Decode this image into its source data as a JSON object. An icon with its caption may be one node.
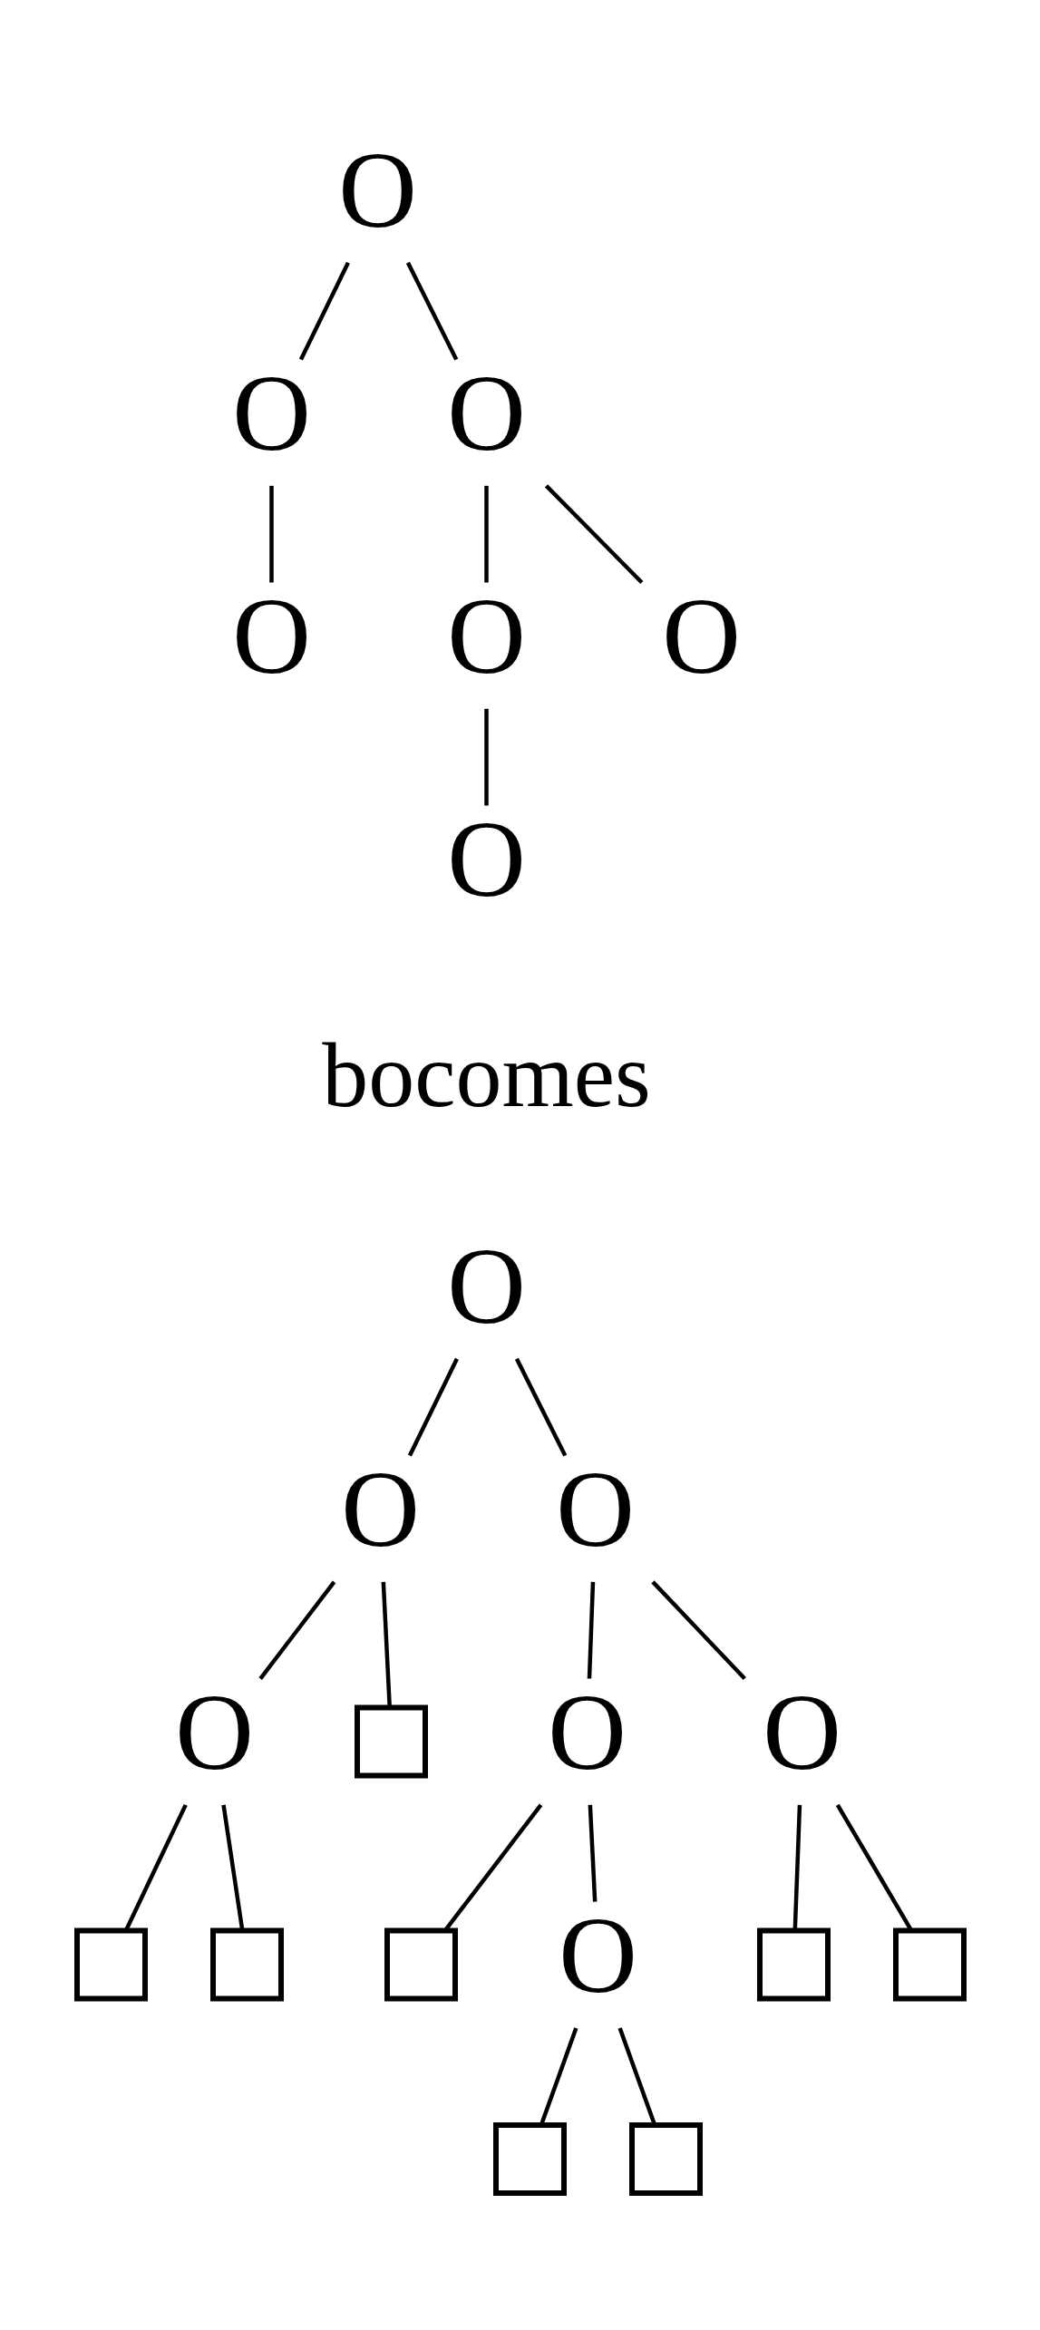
{
  "diagram": {
    "nodes": [
      {
        "text": [
          "O"
        ]
      },
      {
        "text": [
          "O"
        ]
      },
      {
        "text": [
          "O"
        ]
      },
      {
        "text": [
          "O"
        ]
      },
      {
        "text": [
          "O"
        ]
      },
      {
        "text": [
          "O"
        ]
      },
      {
        "text": [
          "O"
        ]
      },
      {
        "text": [
          "O"
        ]
      },
      {
        "text": [
          "O"
        ]
      },
      {
        "text": [
          "O"
        ]
      },
      {
        "text": [
          "O"
        ]
      },
      {
        "text": [],
        "shape": "box"
      },
      {
        "text": [
          "O"
        ]
      },
      {
        "text": [
          "O"
        ]
      },
      {
        "text": [],
        "shape": "box"
      },
      {
        "text": [],
        "shape": "box"
      },
      {
        "text": [],
        "shape": "box"
      },
      {
        "text": [
          "O"
        ]
      },
      {
        "text": [],
        "shape": "box"
      },
      {
        "text": [],
        "shape": "box"
      },
      {
        "text": [],
        "shape": "box"
      },
      {
        "text": [],
        "shape": "box"
      }
    ],
    "edges": [
      {
        "from": 0,
        "to": 1,
        "arrow": "none"
      },
      {
        "from": 0,
        "to": 2,
        "arrow": "none"
      },
      {
        "from": 1,
        "to": 3,
        "arrow": "none"
      },
      {
        "from": 2,
        "to": 4,
        "arrow": "none"
      },
      {
        "from": 2,
        "to": 5,
        "arrow": "none"
      },
      {
        "from": 4,
        "to": 6,
        "arrow": "none"
      },
      {
        "from": 7,
        "to": 8,
        "arrow": "none"
      },
      {
        "from": 7,
        "to": 9,
        "arrow": "none"
      },
      {
        "from": 8,
        "to": 10,
        "arrow": "none"
      },
      {
        "from": 8,
        "to": 11,
        "arrow": "none"
      },
      {
        "from": 9,
        "to": 12,
        "arrow": "none"
      },
      {
        "from": 9,
        "to": 13,
        "arrow": "none"
      },
      {
        "from": 10,
        "to": 14,
        "arrow": "none"
      },
      {
        "from": 10,
        "to": 15,
        "arrow": "none"
      },
      {
        "from": 12,
        "to": 16,
        "arrow": "none"
      },
      {
        "from": 12,
        "to": 17,
        "arrow": "none"
      },
      {
        "from": 13,
        "to": 18,
        "arrow": "none"
      },
      {
        "from": 13,
        "to": 19,
        "arrow": "none"
      },
      {
        "from": 17,
        "to": 20,
        "arrow": "none"
      },
      {
        "from": 17,
        "to": 21,
        "arrow": "none"
      }
    ],
    "labels": [
      "bocomes"
    ]
  }
}
